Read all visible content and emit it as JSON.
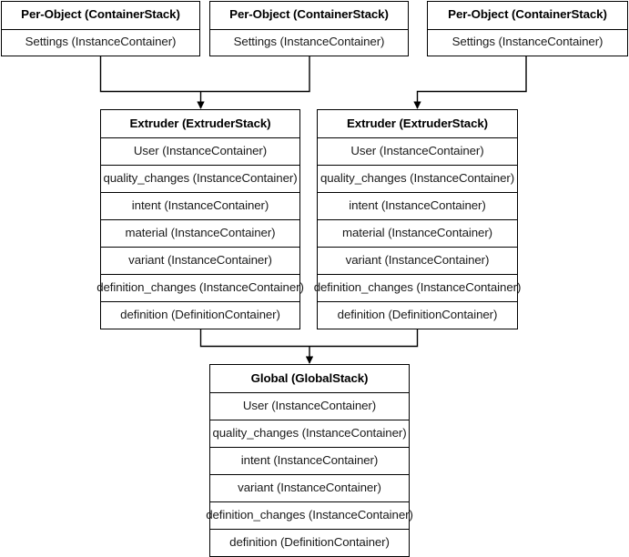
{
  "diagram": {
    "type": "container-stack-hierarchy",
    "background_color": "#ffffff",
    "line_color": "#000000",
    "text_color": "#1a1a1a",
    "nodes": [
      {
        "id": "per-object-1",
        "header": "Per-Object (ContainerStack)",
        "rows": [
          "Settings (InstanceContainer)"
        ]
      },
      {
        "id": "per-object-2",
        "header": "Per-Object (ContainerStack)",
        "rows": [
          "Settings (InstanceContainer)"
        ]
      },
      {
        "id": "per-object-3",
        "header": "Per-Object (ContainerStack)",
        "rows": [
          "Settings (InstanceContainer)"
        ]
      },
      {
        "id": "extruder-1",
        "header": "Extruder (ExtruderStack)",
        "rows": [
          "User (InstanceContainer)",
          "quality_changes (InstanceContainer)",
          "intent (InstanceContainer)",
          "material (InstanceContainer)",
          "variant (InstanceContainer)",
          "definition_changes (InstanceContainer)",
          "definition (DefinitionContainer)"
        ]
      },
      {
        "id": "extruder-2",
        "header": "Extruder (ExtruderStack)",
        "rows": [
          "User (InstanceContainer)",
          "quality_changes (InstanceContainer)",
          "intent (InstanceContainer)",
          "material (InstanceContainer)",
          "variant (InstanceContainer)",
          "definition_changes (InstanceContainer)",
          "definition (DefinitionContainer)"
        ]
      },
      {
        "id": "global",
        "header": "Global (GlobalStack)",
        "rows": [
          "User (InstanceContainer)",
          "quality_changes (InstanceContainer)",
          "intent (InstanceContainer)",
          "variant (InstanceContainer)",
          "definition_changes (InstanceContainer)",
          "definition (DefinitionContainer)"
        ]
      }
    ],
    "edges": [
      {
        "from": "per-object-1",
        "to": "extruder-1"
      },
      {
        "from": "per-object-2",
        "to": "extruder-1"
      },
      {
        "from": "per-object-3",
        "to": "extruder-2"
      },
      {
        "from": "extruder-1",
        "to": "global"
      },
      {
        "from": "extruder-2",
        "to": "global"
      }
    ]
  }
}
